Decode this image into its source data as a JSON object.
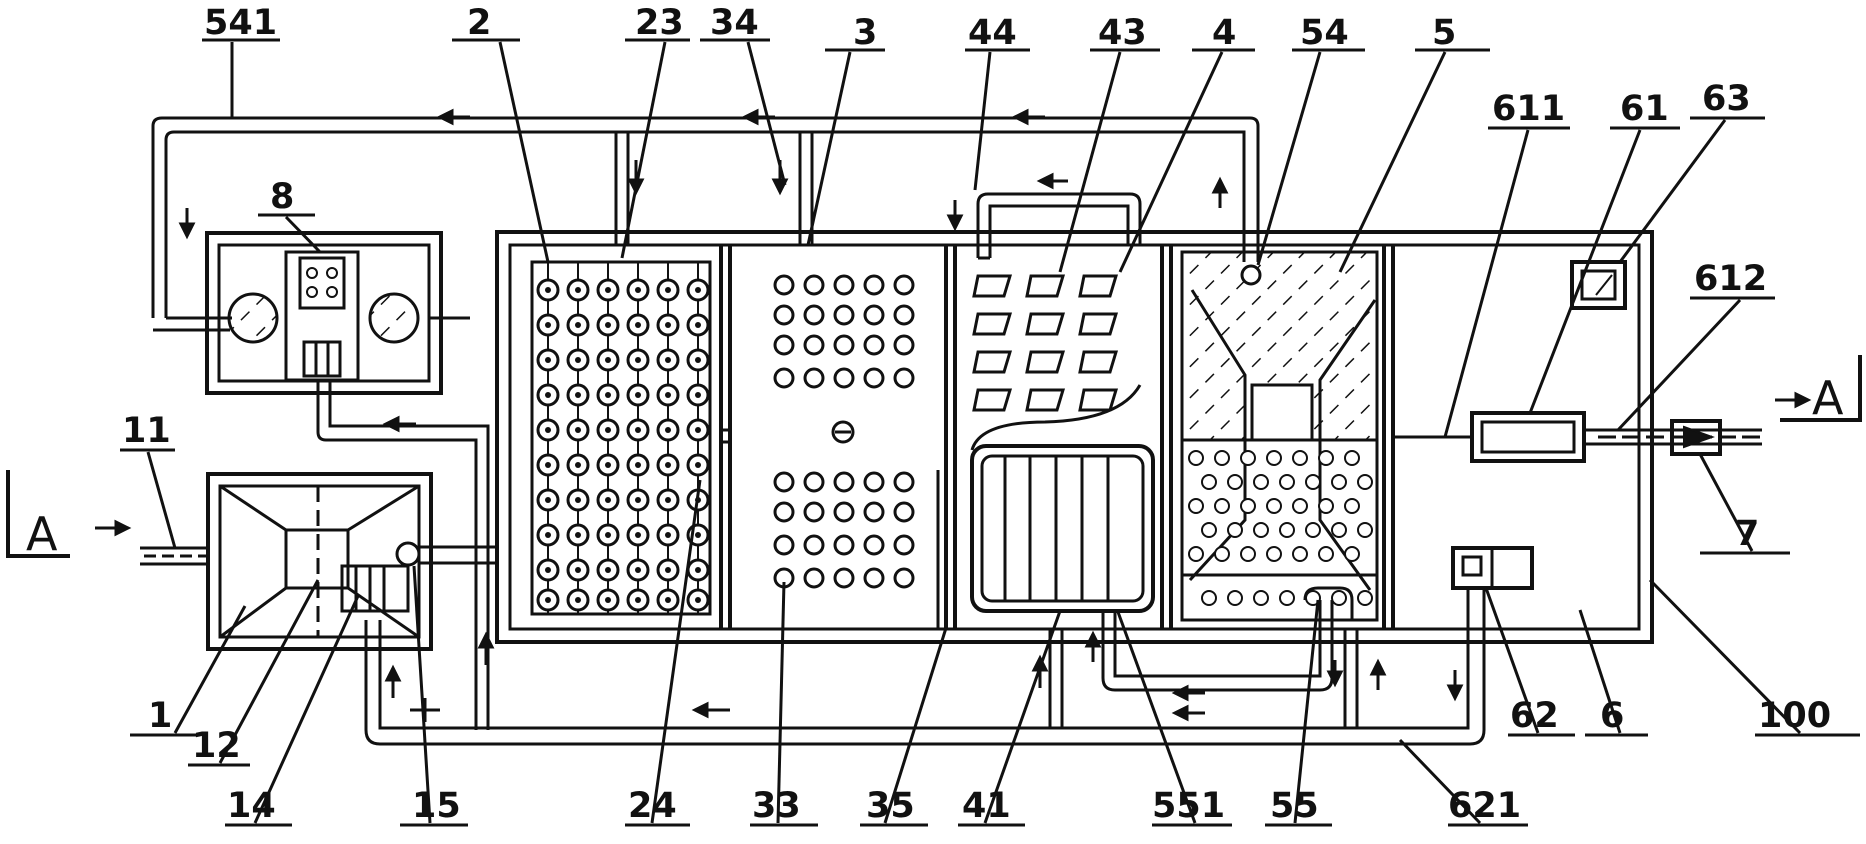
{
  "diagram": {
    "section_marker": "A",
    "labels": {
      "l541": "541",
      "l2": "2",
      "l23": "23",
      "l34": "34",
      "l3": "3",
      "l44": "44",
      "l43": "43",
      "l4": "4",
      "l54": "54",
      "l5": "5",
      "l611": "611",
      "l61": "61",
      "l63": "63",
      "l8": "8",
      "l612": "612",
      "l11": "11",
      "l7": "7",
      "l1": "1",
      "l12": "12",
      "l14": "14",
      "l15": "15",
      "l24": "24",
      "l33": "33",
      "l35": "35",
      "l41": "41",
      "l551": "551",
      "l55": "55",
      "l621": "621",
      "l62": "62",
      "l6": "6",
      "l100": "100"
    }
  }
}
